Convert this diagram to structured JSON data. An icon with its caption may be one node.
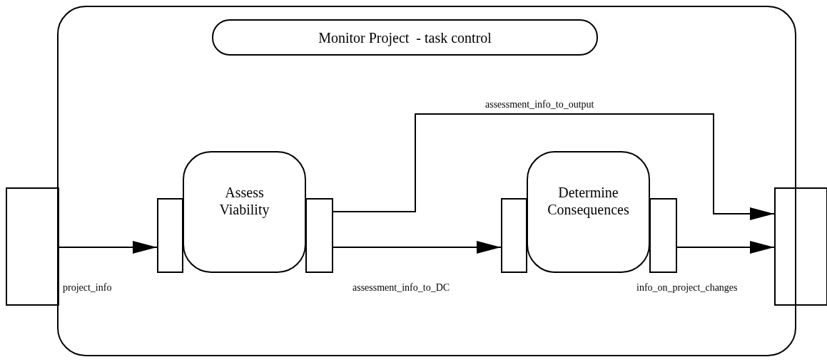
{
  "diagram": {
    "nodes": [
      {
        "text": [],
        "shape": "box"
      },
      {
        "text": [
          "Monitor Project  - task control"
        ],
        "in": 0
      },
      {
        "text": [],
        "shape": "box"
      },
      {
        "text": [
          "Assess Viability"
        ],
        "in": 0
      },
      {
        "text": [],
        "shape": "box",
        "in": 0
      },
      {
        "text": [],
        "shape": "box",
        "in": 0
      },
      {
        "text": [
          "Determine Consequences"
        ],
        "in": 0
      },
      {
        "text": [],
        "shape": "box",
        "in": 0
      },
      {
        "text": [],
        "shape": "box",
        "in": 0
      },
      {
        "text": [],
        "shape": "box"
      }
    ],
    "edges": [
      {
        "from": 2,
        "to": 4,
        "arrow": "to",
        "label": "project_info"
      },
      {
        "from": 5,
        "to": 9,
        "arrow": "to",
        "label": "assessment_info_to_output"
      },
      {
        "from": 5,
        "to": 7,
        "arrow": "to",
        "label": "assessment_info_to_DC"
      },
      {
        "from": 8,
        "to": 9,
        "arrow": "to",
        "label": "info_on_project_changes"
      }
    ]
  }
}
